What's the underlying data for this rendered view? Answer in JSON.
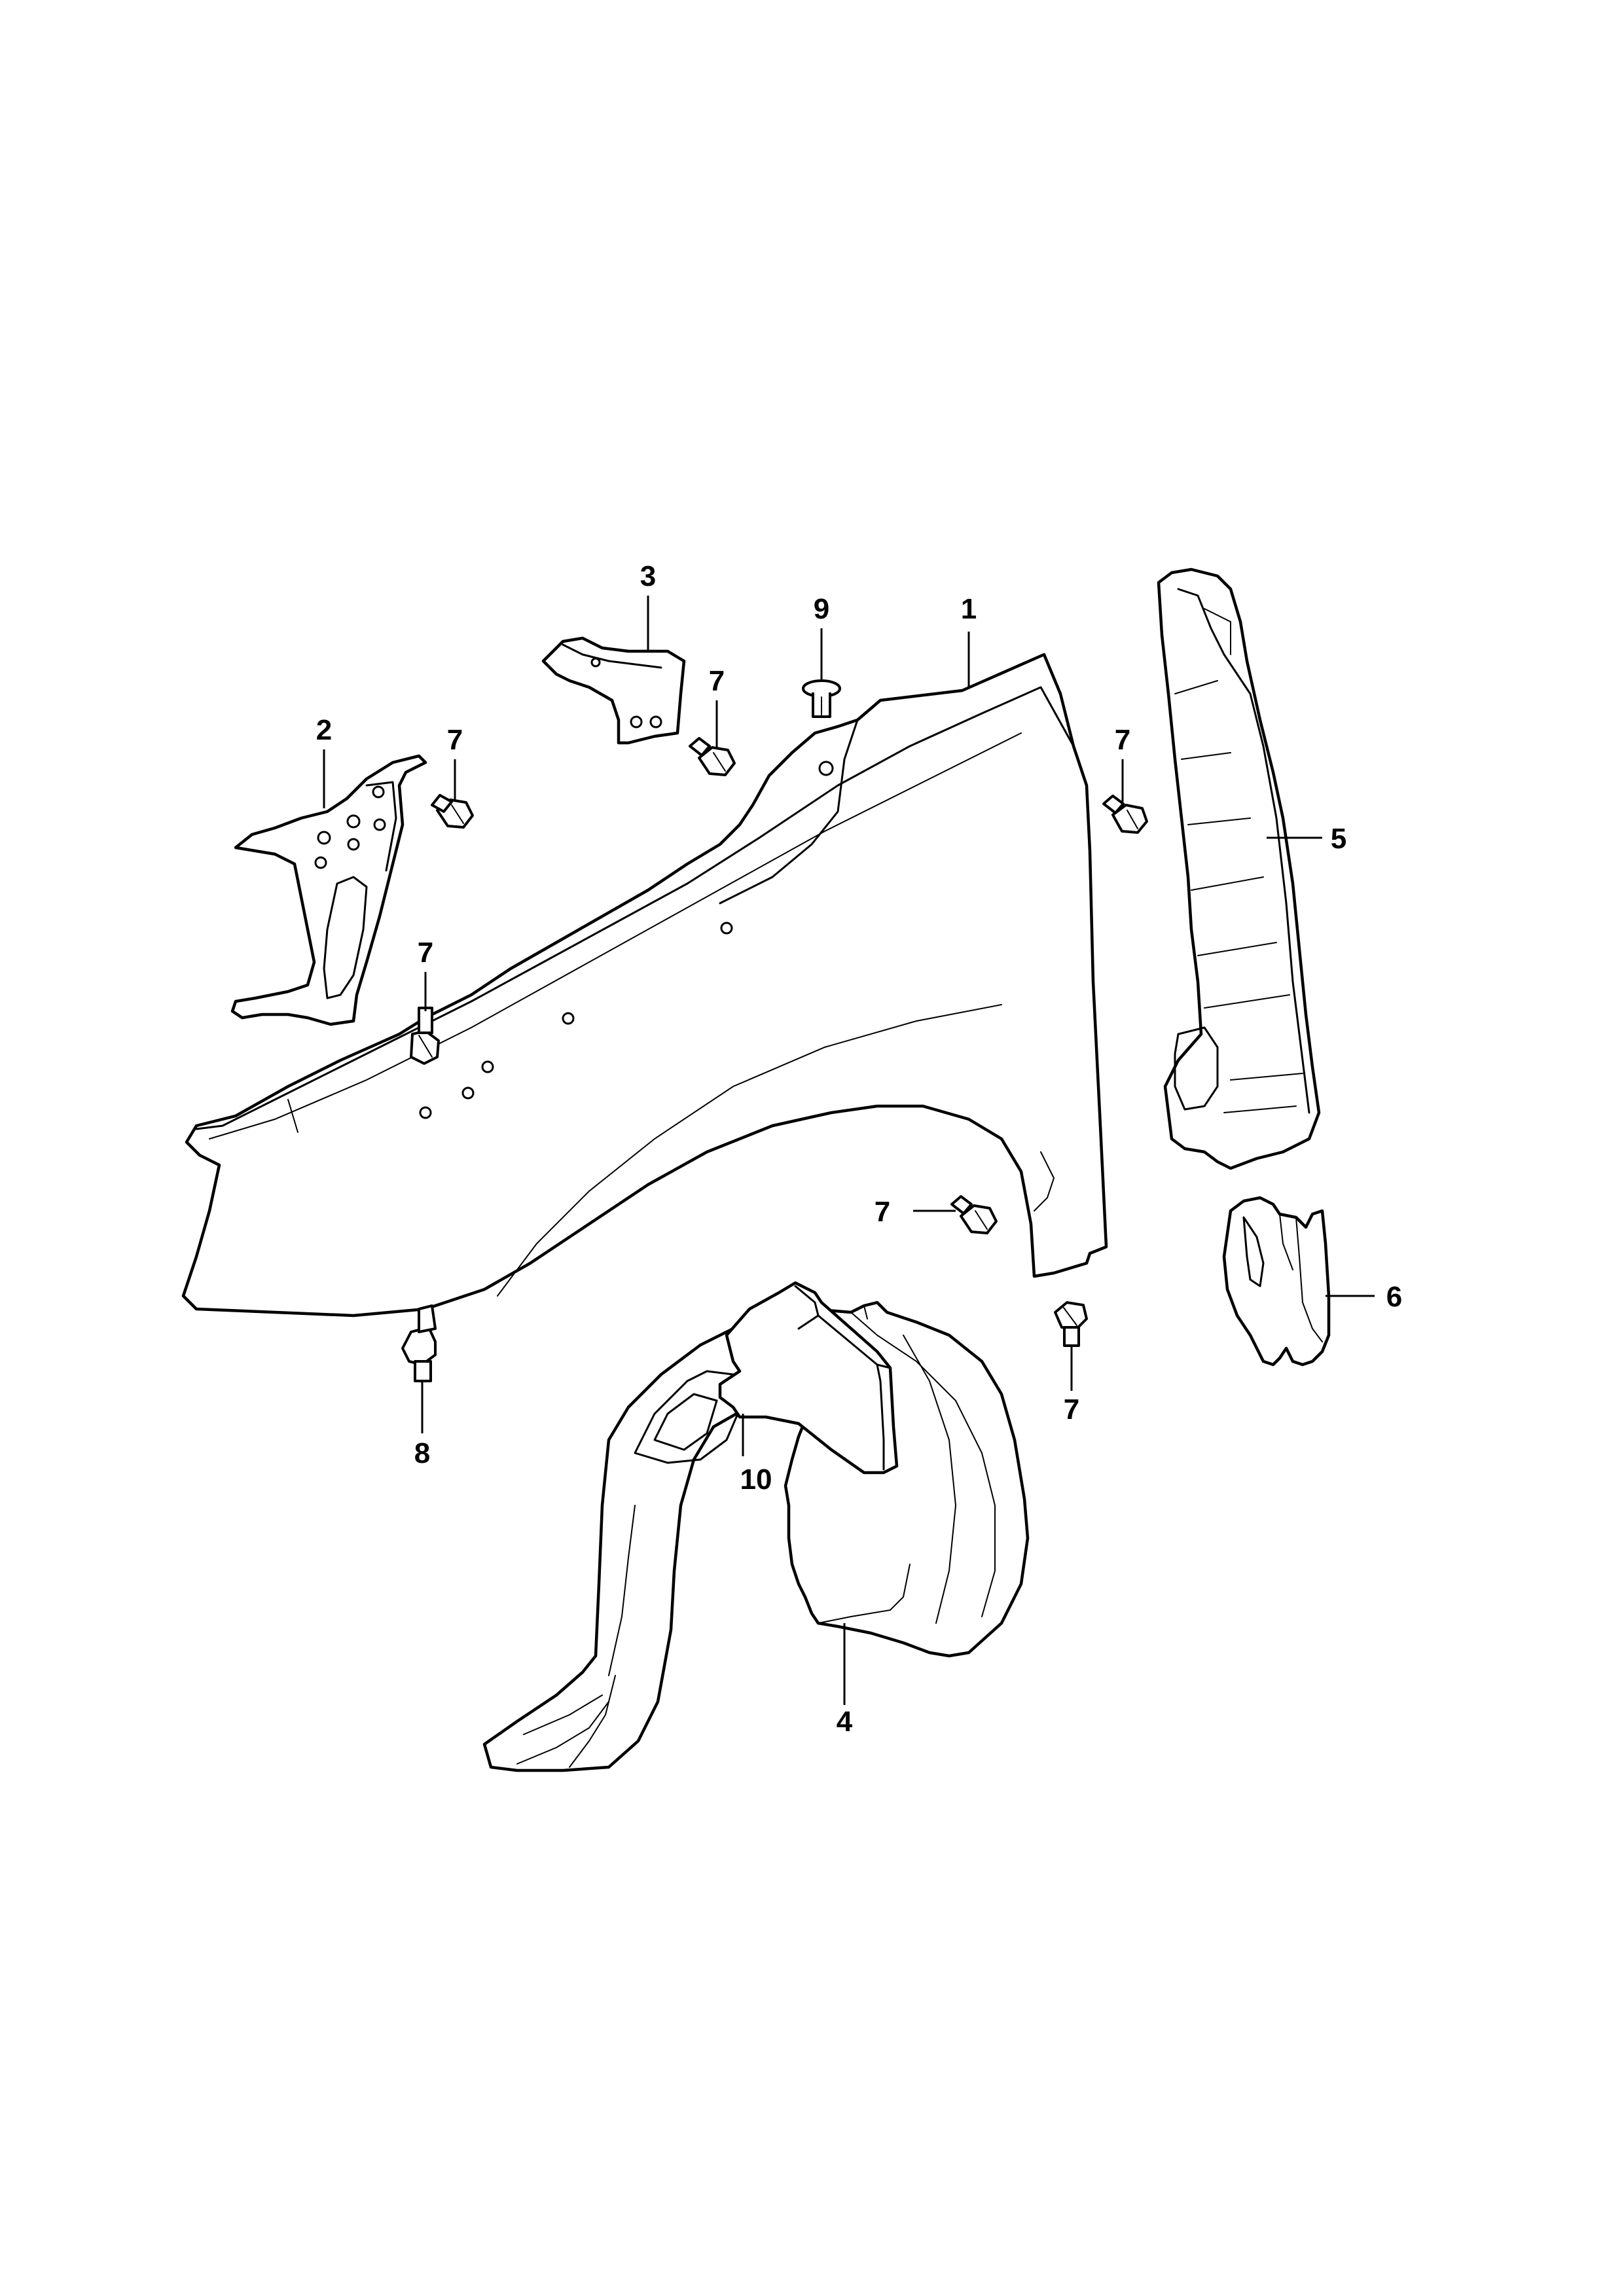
{
  "diagram": {
    "callouts": [
      {
        "id": "c1",
        "label": "1"
      },
      {
        "id": "c2",
        "label": "2"
      },
      {
        "id": "c3",
        "label": "3"
      },
      {
        "id": "c4",
        "label": "4"
      },
      {
        "id": "c5",
        "label": "5"
      },
      {
        "id": "c6",
        "label": "6"
      },
      {
        "id": "c7a",
        "label": "7"
      },
      {
        "id": "c7b",
        "label": "7"
      },
      {
        "id": "c7c",
        "label": "7"
      },
      {
        "id": "c7d",
        "label": "7"
      },
      {
        "id": "c7e",
        "label": "7"
      },
      {
        "id": "c7f",
        "label": "7"
      },
      {
        "id": "c8",
        "label": "8"
      },
      {
        "id": "c9",
        "label": "9"
      },
      {
        "id": "c10",
        "label": "10"
      }
    ]
  }
}
